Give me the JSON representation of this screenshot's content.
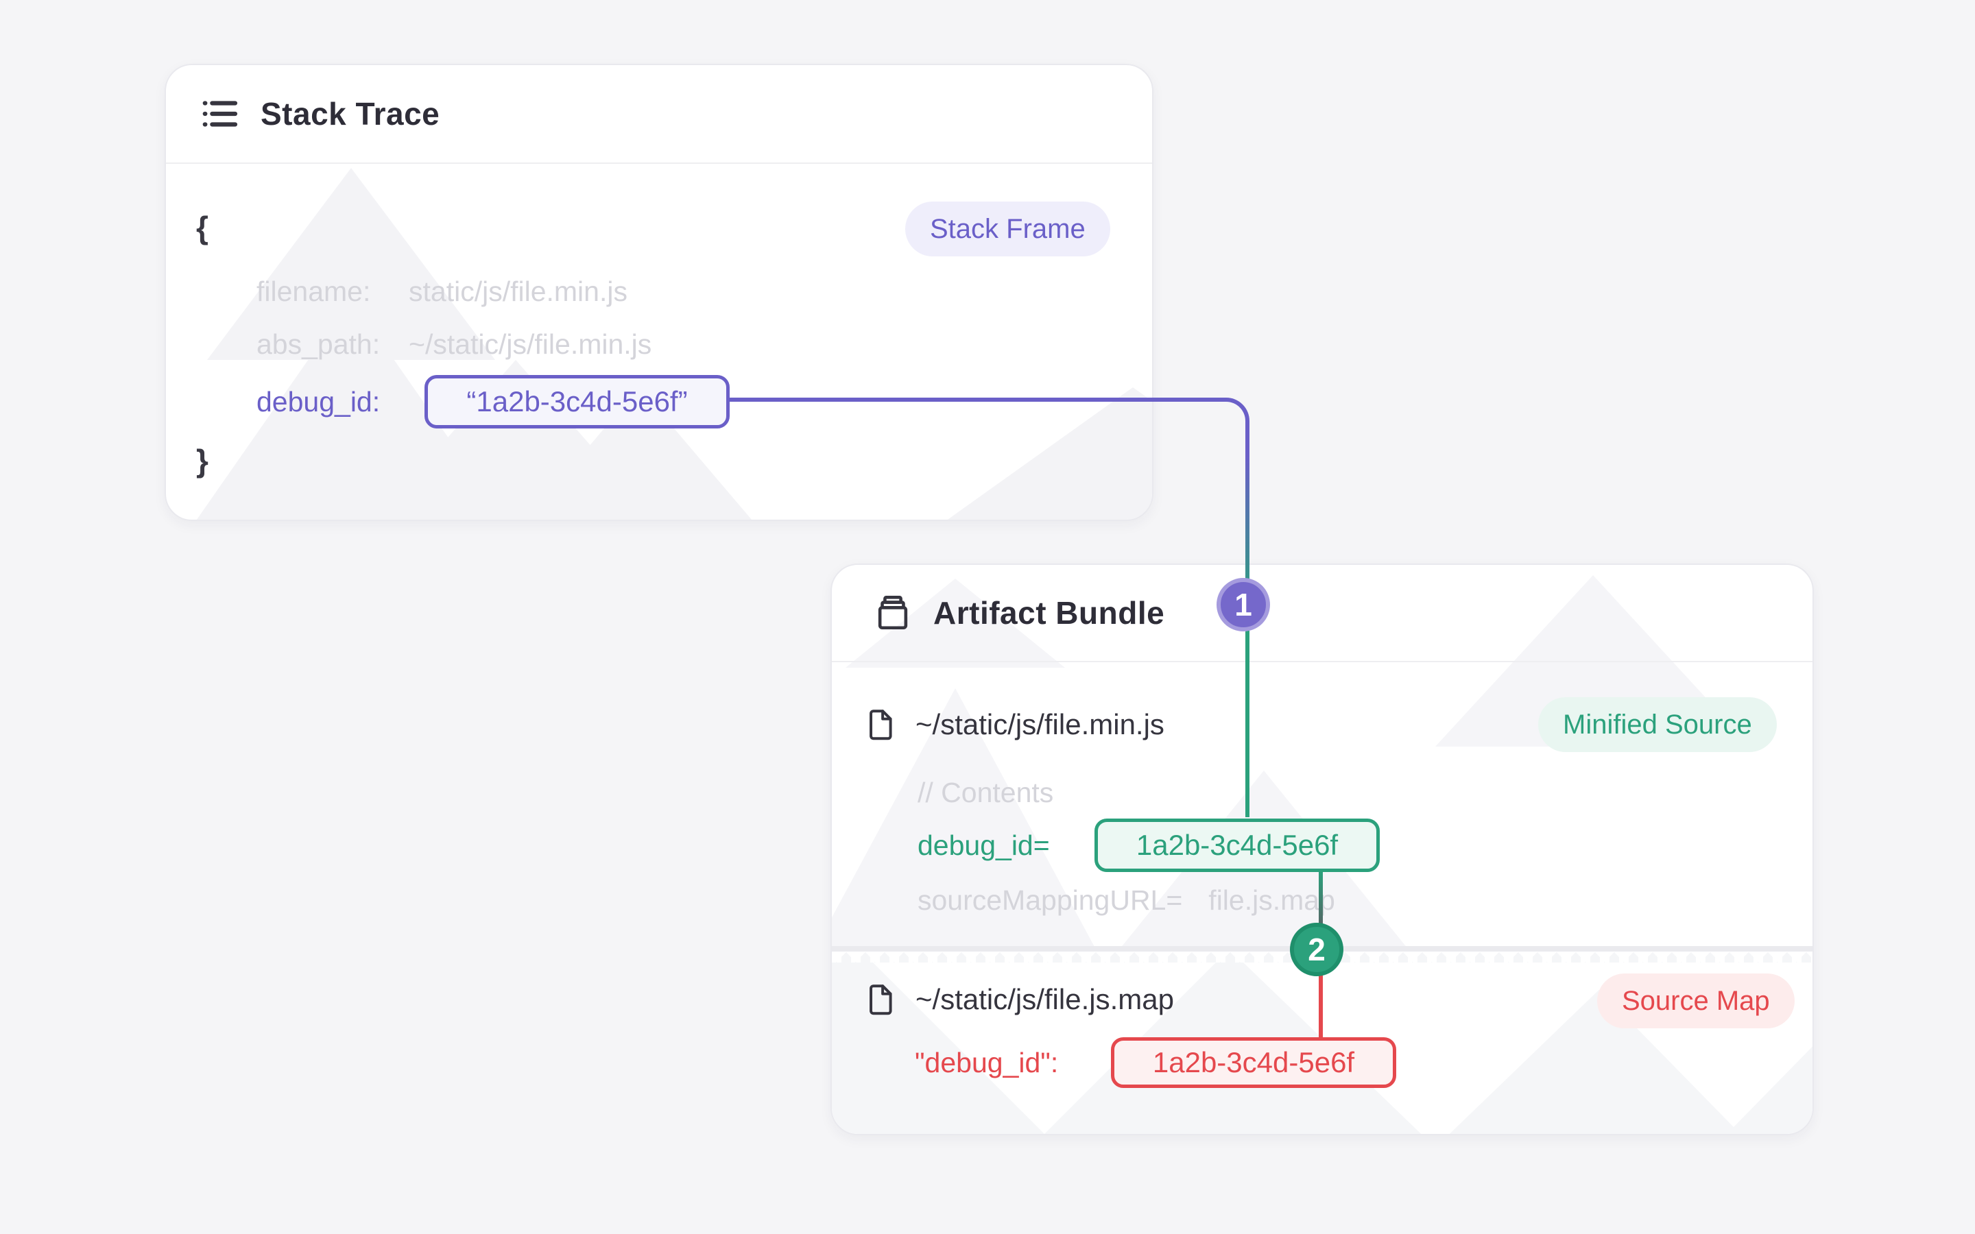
{
  "colors": {
    "purple": "#6A5FC8",
    "teal": "#2BA17C",
    "red": "#E5484D",
    "dark": "#36353F",
    "muted": "#D4D4DA",
    "page-bg": "#F5F5F7",
    "card-border": "#E9E9EE"
  },
  "stack_card": {
    "title": "Stack Trace",
    "badge": "Stack Frame",
    "brace_open": "{",
    "brace_close": "}",
    "rows": {
      "filename": {
        "key": "filename:",
        "value": "static/js/file.min.js"
      },
      "abs_path": {
        "key": "abs_path:",
        "value": "~/static/js/file.min.js"
      },
      "debug_id": {
        "key": "debug_id:",
        "value": "“1a2b-3c4d-5e6f”"
      }
    }
  },
  "artifact_card": {
    "title": "Artifact Bundle",
    "minified": {
      "path": "~/static/js/file.min.js",
      "badge": "Minified Source",
      "comment": "// Contents",
      "debug_id": {
        "key": "debug_id=",
        "value": "1a2b-3c4d-5e6f"
      },
      "source_mapping": {
        "key": "sourceMappingURL=",
        "value": "file.js.map"
      }
    },
    "source_map": {
      "path": "~/static/js/file.js.map",
      "badge": "Source Map",
      "debug_id": {
        "key": "\"debug_id\":",
        "value": "1a2b-3c4d-5e6f"
      }
    }
  },
  "connectors": {
    "step1": "1",
    "step2": "2"
  }
}
